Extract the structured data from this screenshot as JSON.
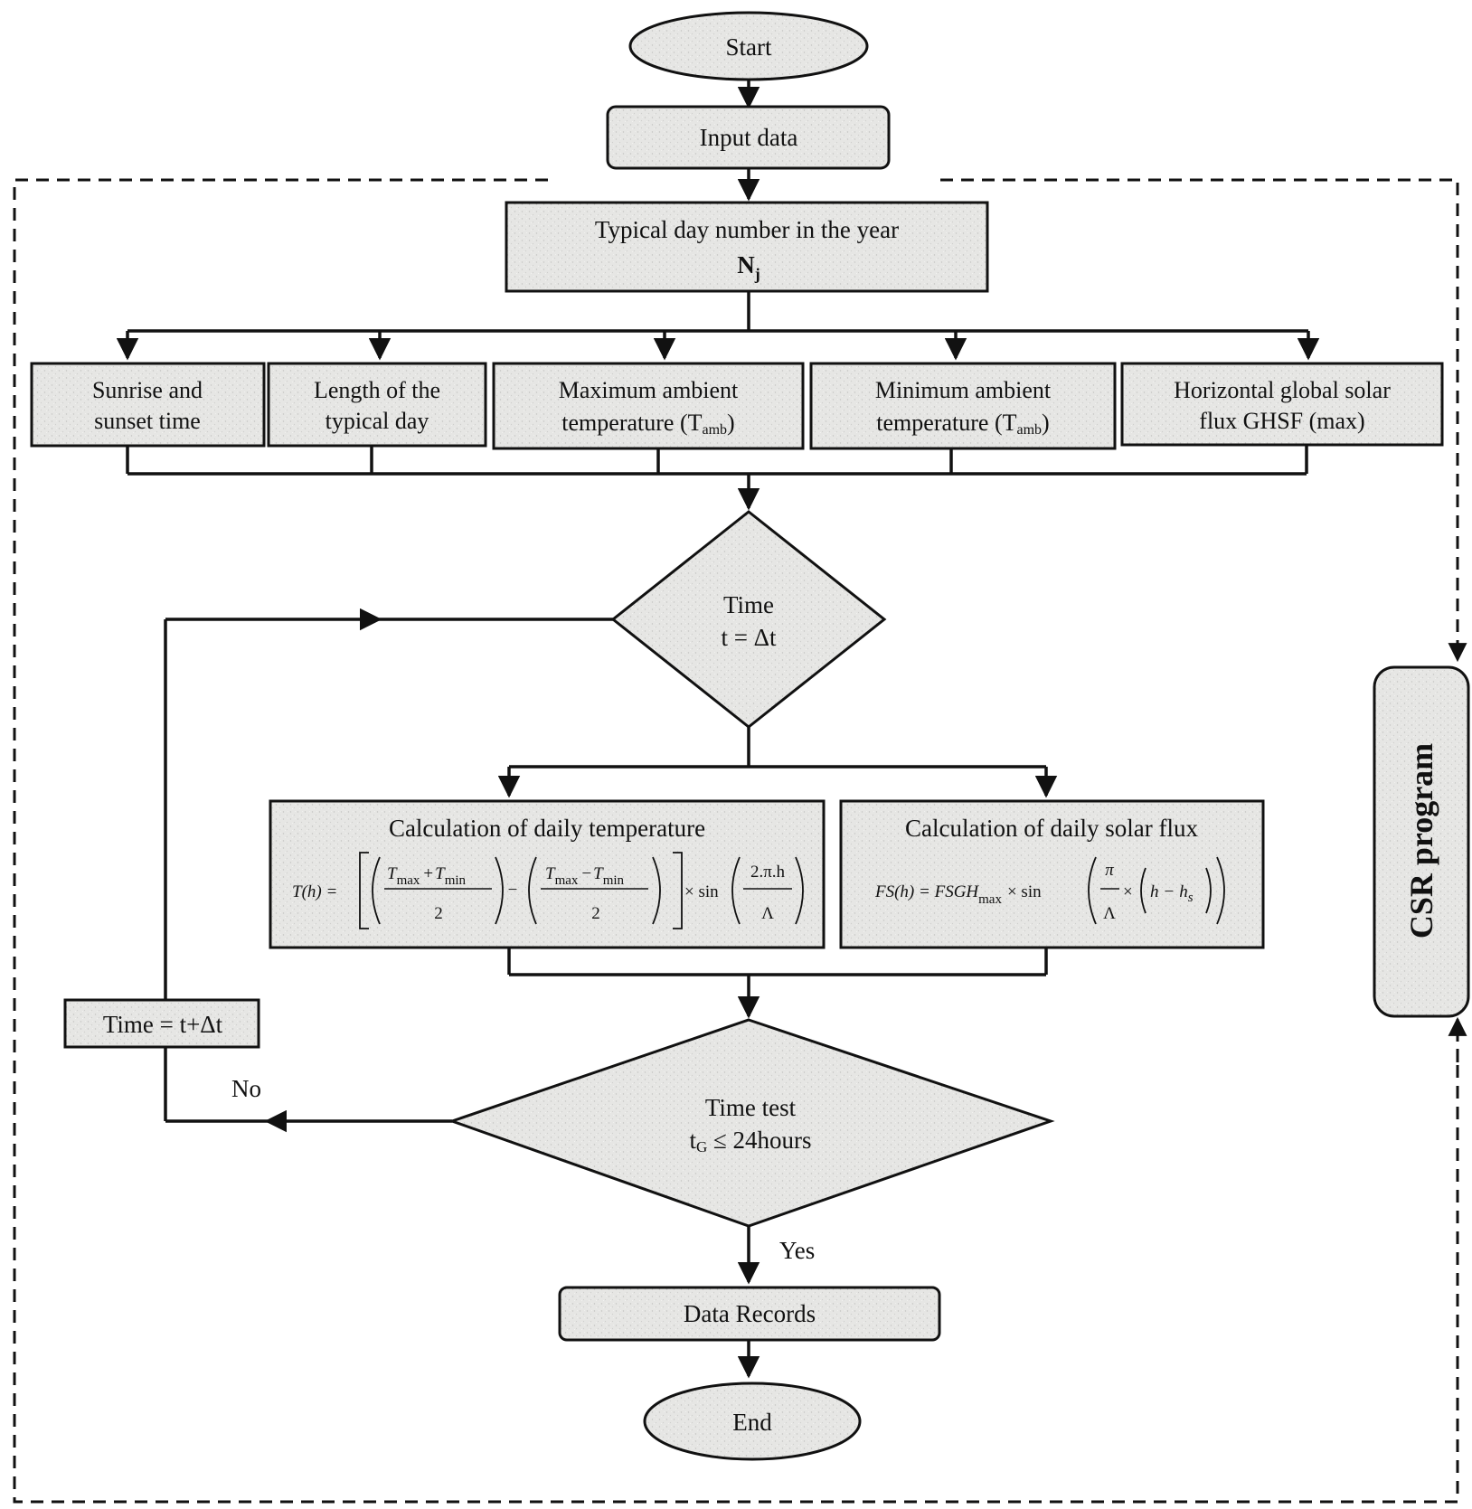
{
  "start": "Start",
  "input": "Input data",
  "typical_day": {
    "line1": "Typical day number in the year",
    "symbol": "N",
    "sub": "j"
  },
  "params": {
    "sunrise": {
      "line1": "Sunrise and",
      "line2": "sunset time"
    },
    "length": {
      "line1": "Length of the",
      "line2": "typical day"
    },
    "tmax": {
      "line1": "Maximum ambient",
      "line2": "temperature (T",
      "sub": "amb",
      "close": ")"
    },
    "tmin": {
      "line1": "Minimum ambient",
      "line2": "temperature (T",
      "sub": "amb",
      "close": ")"
    },
    "ghsf": {
      "line1": "Horizontal global solar",
      "line2": "flux GHSF (max)"
    }
  },
  "time_decision": {
    "line1": "Time",
    "line2": "t = Δt"
  },
  "temp_calc": {
    "title": "Calculation of daily temperature",
    "lhs": "T(h) =",
    "t": "T",
    "max": "max",
    "min": "min",
    "plus": "+",
    "minus": "−",
    "two": "2",
    "times_sin": "× sin",
    "num": "2.π.h",
    "den": "Λ"
  },
  "flux_calc": {
    "title": "Calculation of daily solar flux",
    "lhs": "FS(h) = FSGH",
    "max": "max",
    "times_sin": "× sin",
    "pi": "π",
    "den": "Λ",
    "times": "×",
    "h": "h",
    "minus": "−",
    "hs": "h",
    "s": "s"
  },
  "increment": "Time = t+Δt",
  "no_label": "No",
  "time_test": {
    "line1": "Time test",
    "t": "t",
    "sub": "G",
    "rest": " ≤ 24hours"
  },
  "yes_label": "Yes",
  "records": "Data Records",
  "end": "End",
  "csr": "CSR program"
}
